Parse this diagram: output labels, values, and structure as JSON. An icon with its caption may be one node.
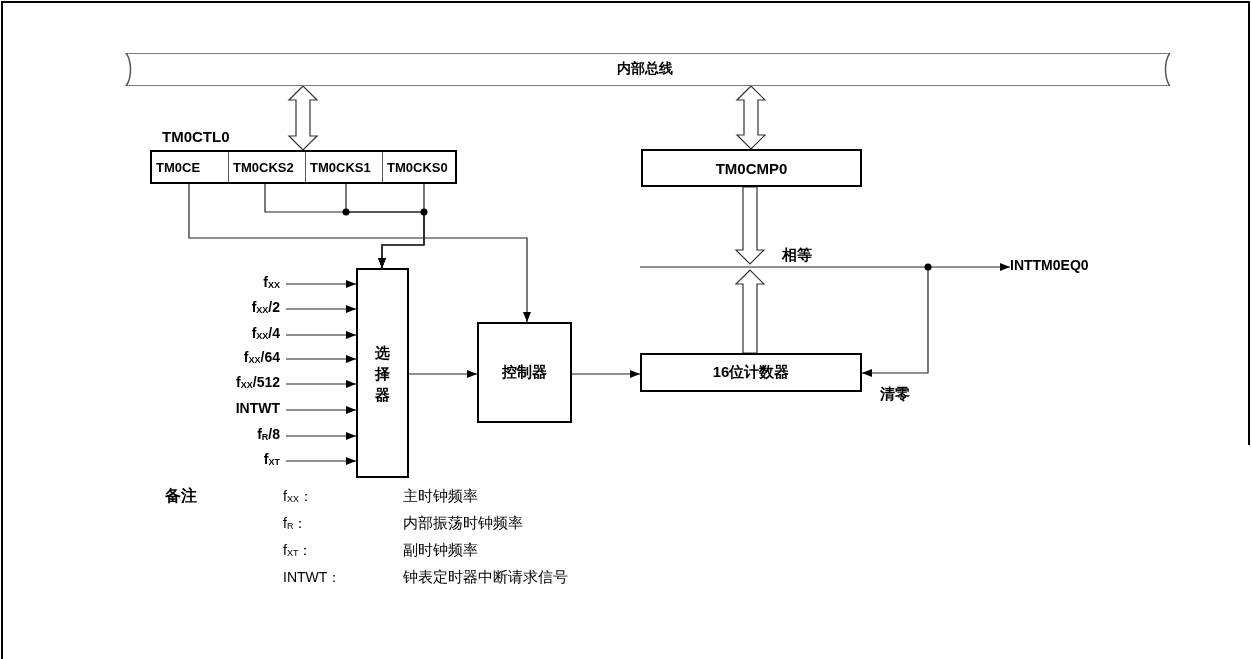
{
  "diagram": {
    "nodes": [
      {
        "text": [
          "内部总线"
        ]
      },
      {
        "text": [
          "TM0CTL0"
        ]
      },
      {
        "text": [
          "TM0CE"
        ],
        "in": 1
      },
      {
        "text": [
          "TM0CKS2"
        ],
        "in": 1
      },
      {
        "text": [
          "TM0CKS1"
        ],
        "in": 1
      },
      {
        "text": [
          "TM0CKS0"
        ],
        "in": 1
      },
      {
        "text": [
          "TM0CMP0"
        ]
      },
      {
        "text": [
          "选择器"
        ]
      },
      {
        "text": [
          "控制器"
        ]
      },
      {
        "text": [
          "16位计数器"
        ]
      },
      {
        "text": [
          "f$_{XX}$"
        ]
      },
      {
        "text": [
          "f$_{XX}$/2"
        ]
      },
      {
        "text": [
          "f$_{XX}$/4"
        ]
      },
      {
        "text": [
          "f$_{XX}$/64"
        ]
      },
      {
        "text": [
          "f$_{XX}$/512"
        ]
      },
      {
        "text": [
          "INTWT"
        ]
      },
      {
        "text": [
          "f$_{R}$/8"
        ]
      },
      {
        "text": [
          "f$_{XT}$"
        ]
      },
      {
        "text": [
          "INTTM0EQ0"
        ]
      }
    ],
    "edges": [
      {
        "from": 0,
        "to": 1,
        "arrow": "both"
      },
      {
        "from": 0,
        "to": 6,
        "arrow": "both"
      },
      {
        "from": 2,
        "to": 8,
        "arrow": "to"
      },
      {
        "from": 3,
        "to": 7,
        "arrow": "to"
      },
      {
        "from": 4,
        "to": 7,
        "arrow": "to"
      },
      {
        "from": 5,
        "to": 7,
        "arrow": "to"
      },
      {
        "from": 10,
        "to": 7,
        "arrow": "to"
      },
      {
        "from": 11,
        "to": 7,
        "arrow": "to"
      },
      {
        "from": 12,
        "to": 7,
        "arrow": "to"
      },
      {
        "from": 13,
        "to": 7,
        "arrow": "to"
      },
      {
        "from": 14,
        "to": 7,
        "arrow": "to"
      },
      {
        "from": 15,
        "to": 7,
        "arrow": "to"
      },
      {
        "from": 16,
        "to": 7,
        "arrow": "to"
      },
      {
        "from": 17,
        "to": 7,
        "arrow": "to"
      },
      {
        "from": 7,
        "to": 8,
        "arrow": "to"
      },
      {
        "from": 8,
        "to": 9,
        "arrow": "to"
      },
      {
        "from": 6,
        "to": null,
        "arrow": "to"
      },
      {
        "from": 9,
        "to": null,
        "arrow": "to"
      },
      {
        "from": null,
        "to": 18,
        "arrow": "to",
        "label": "相等"
      },
      {
        "from": null,
        "to": 9,
        "arrow": "to",
        "label": "清零"
      }
    ],
    "labels": [
      "备注",
      "f$_{XX}$：",
      "主时钟频率",
      "f$_{R}$：",
      "内部振荡时钟频率",
      "f$_{XT}$：",
      "副时钟频率",
      "INTWT：",
      "钟表定时器中断请求信号"
    ]
  }
}
